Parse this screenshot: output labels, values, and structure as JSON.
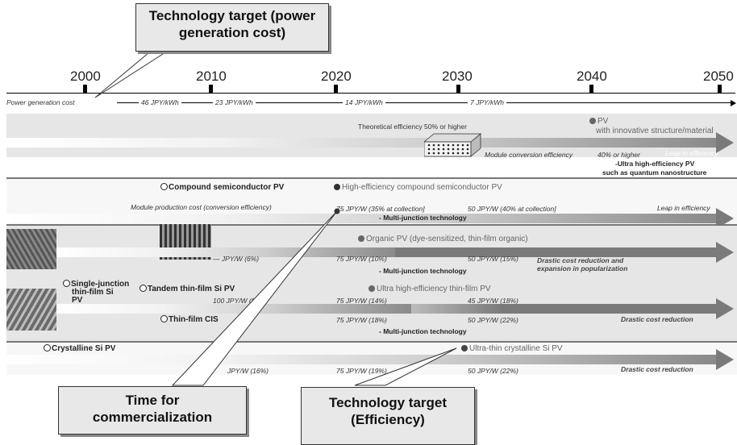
{
  "callouts": {
    "cost_target": "Technology target (power generation cost)",
    "commercialization": "Time for commercialization",
    "efficiency_target": "Technology target (Efficiency)"
  },
  "axis": {
    "years": [
      "2000",
      "2010",
      "2020",
      "2030",
      "2040",
      "2050"
    ],
    "row_label": "Power generation cost",
    "costs": [
      "46 JPY/kWh",
      "23 JPY/kWh",
      "14 JPY/kWh",
      "7 JPY/kWh"
    ]
  },
  "innovative": {
    "theoretical": "Theoretical efficiency 50% or higher",
    "pv_label": "PV",
    "pv_sub": "with innovative structure/material",
    "module_eff": "Module conversion efficiency",
    "forty": "40% or higher",
    "leap": "Leap in efficiency",
    "ultra1": "-Ultra high-efficiency PV",
    "ultra2": "such as quantum nanostructure"
  },
  "compound": {
    "label": "Compound semiconductor PV",
    "high_eff": "High-efficiency compound semiconductor PV",
    "module_cost": "Module production cost (conversion efficiency)",
    "v2020": "75 JPY/W (35% at collection]",
    "v2030": "50 JPY/W (40% at collection]",
    "multi": "- Multi-junction technology",
    "leap": "Leap in efficiency"
  },
  "organic": {
    "label": "Organic PV (dye-sensitized, thin-film organic)",
    "v2010": "— JPY/W (6%)",
    "v2020": "75 JPY/W (10%)",
    "v2030": "50 JPY/W (15%)",
    "multi": "- Multi-junction technology",
    "drastic1": "Drastic cost reduction and",
    "drastic2": "expansion in popularization"
  },
  "thinfilm": {
    "single_junction": [
      "Single-junction",
      "thin-film Si",
      "PV"
    ],
    "tandem": "Tandem thin-film Si PV",
    "ultra": "Ultra high-efficiency thin-film PV",
    "v2010": "100 JPY/W (9%)",
    "v2020": "75 JPY/W (14%)",
    "v2030": "45 JPY/W (18%)",
    "cis": "Thin-film CIS",
    "cis_v2020": "75 JPY/W (18%)",
    "cis_v2030": "50 JPY/W (22%)",
    "drastic": "Drastic cost reduction",
    "multi": "- Multi-junction technology"
  },
  "crystalline": {
    "label": "Crystalline Si PV",
    "ultra_thin": "Ultra-thin crystalline Si PV",
    "v2010": "JPY/W (16%)",
    "v2020": "75 JPY/W (19%)",
    "v2030": "50 JPY/W (22%)",
    "drastic": "Drastic cost reduction"
  }
}
